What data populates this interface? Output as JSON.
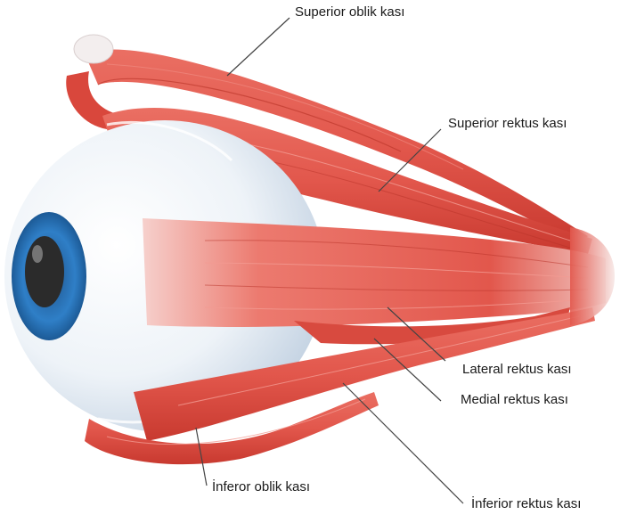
{
  "labels": {
    "superior_oblique": "Superior oblik kası",
    "superior_rectus": "Superior rektus kası",
    "lateral_rectus": "Lateral rektus kası",
    "medial_rectus": "Medial rektus kası",
    "inferior_oblique": "İnferor oblik kası",
    "inferior_rectus": "İnferior rektus kası"
  },
  "colors": {
    "muscle": "#e2574c",
    "muscle_dark": "#c8392f",
    "muscle_light": "#f2a199",
    "tendon": "#f3e4e2",
    "sclera": "#eef3f8",
    "sclera_shadow": "#c9d6e4",
    "iris": "#2f7fc7",
    "pupil": "#2b2b2b",
    "leader_line": "#444444"
  }
}
